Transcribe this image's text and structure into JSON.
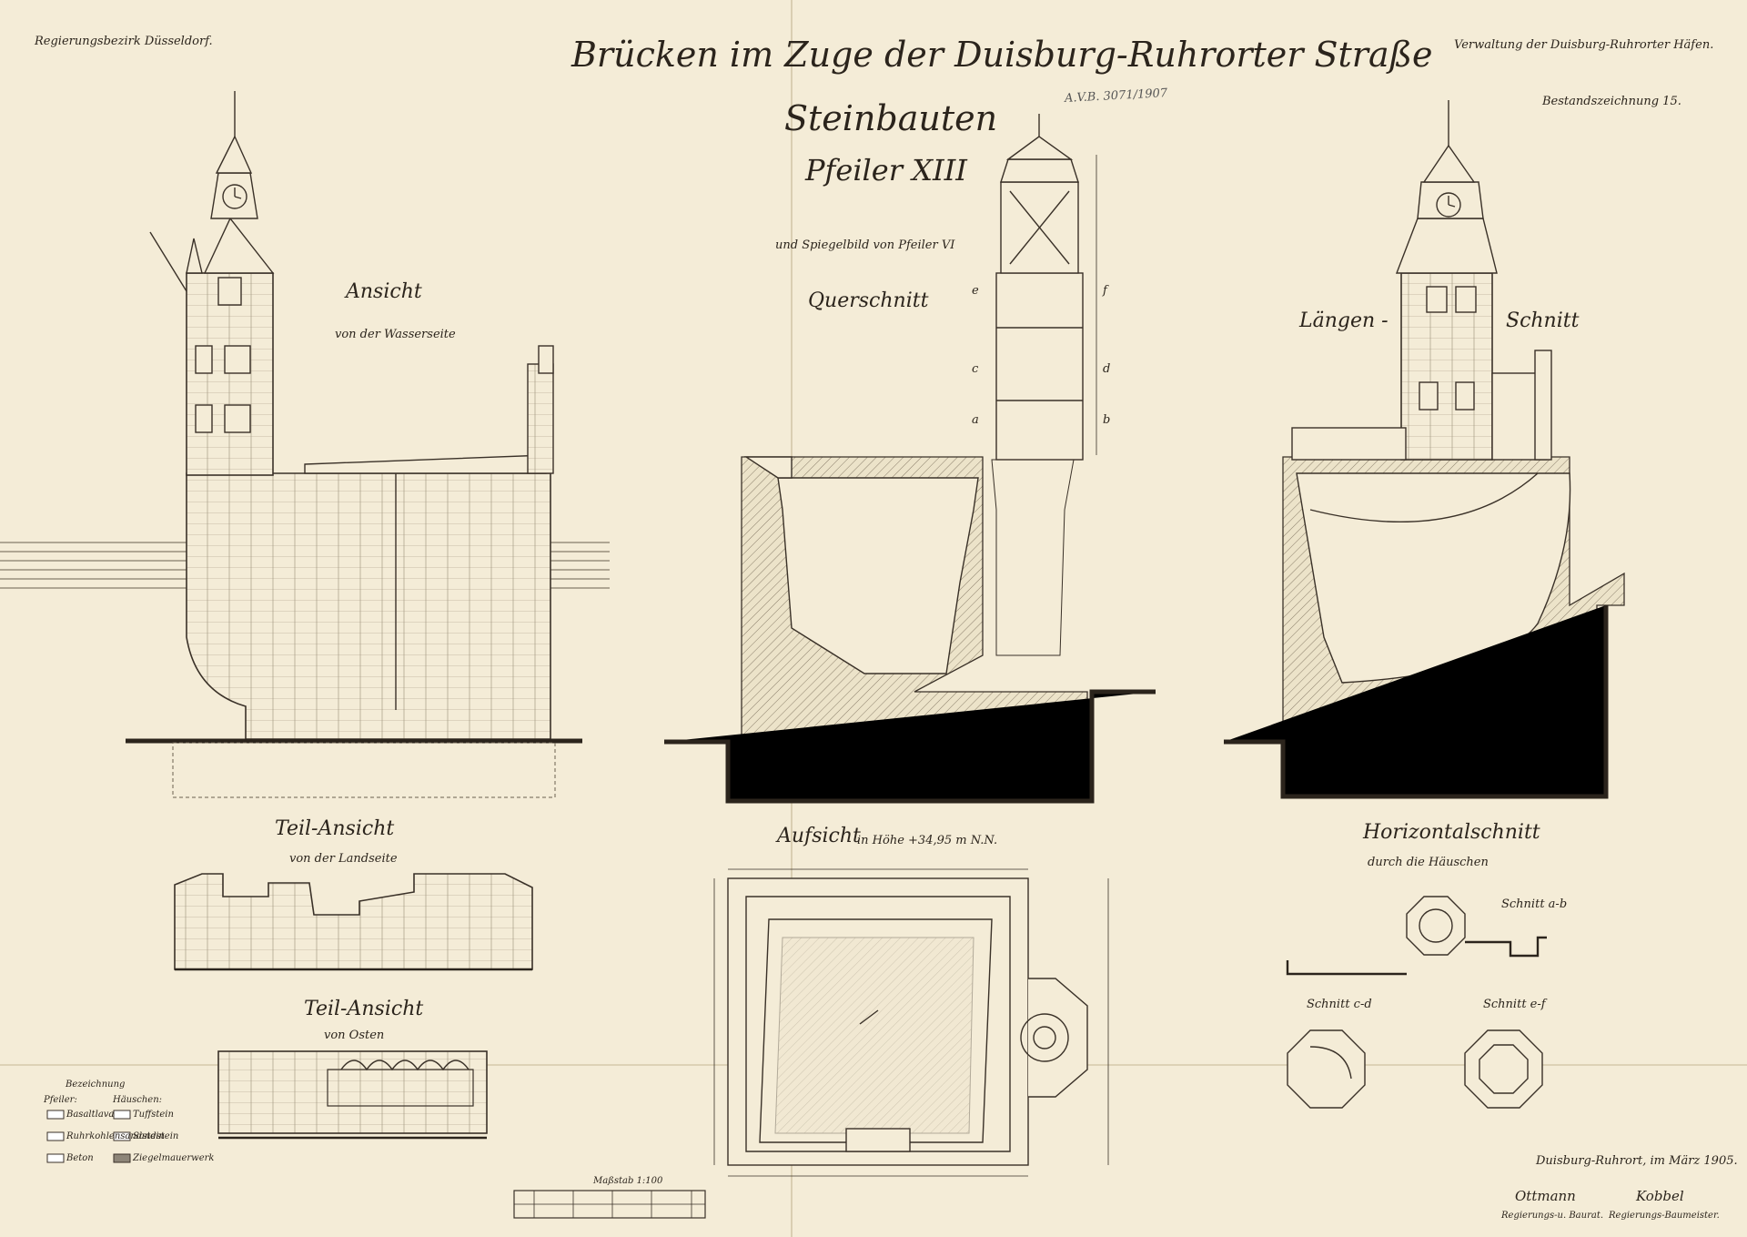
{
  "header": {
    "left_note": "Regierungsbezirk Düsseldorf.",
    "right_note": "Verwaltung der Duisburg-Ruhrorter Häfen.",
    "sheet_number": "Bestandszeichnung 15.",
    "title": "Brücken im Zuge der Duisburg-Ruhrorter Straße",
    "subtitle": "Steinbauten",
    "pier": "Pfeiler XIII",
    "mirror_note": "und Spiegelbild von Pfeiler VI",
    "stamp": "A.V.B. 3071/1907"
  },
  "views": {
    "elevation": {
      "title": "Ansicht",
      "sub": "von der Wasserseite"
    },
    "cross_section": {
      "title": "Querschnitt",
      "labels": [
        "e",
        "f",
        "c",
        "d",
        "a",
        "b"
      ]
    },
    "long_section": {
      "title_a": "Längen -",
      "title_b": "Schnitt"
    },
    "partial_land": {
      "title": "Teil-Ansicht",
      "sub": "von der Landseite"
    },
    "partial_east": {
      "title": "Teil-Ansicht",
      "sub": "von Osten"
    },
    "plan": {
      "title": "Aufsicht",
      "sub": "in Höhe +34,95 m N.N."
    },
    "horizontal": {
      "title": "Horizontalschnitt",
      "sub": "durch die Häuschen",
      "cut_ab": "Schnitt a-b",
      "cut_cd": "Schnitt c-d",
      "cut_ef": "Schnitt e-f"
    }
  },
  "legend": {
    "title": "Bezeichnung",
    "col1_head": "Pfeiler:",
    "col2_head": "Häuschen:",
    "items_left": [
      "Basaltlava",
      "Ruhrkohlensandstein",
      "Beton"
    ],
    "items_right": [
      "Tuffstein",
      "Sandstein",
      "Ziegelmauerwerk"
    ]
  },
  "scale": {
    "label": "Maßstab 1:100"
  },
  "footer": {
    "place_date": "Duisburg-Ruhrort, im März 1905.",
    "name_left": "Ottmann",
    "role_left": "Regierungs-u. Baurat.",
    "name_right": "Kobbel",
    "role_right": "Regierungs-Baumeister."
  },
  "colors": {
    "paper": "#f4ecd7",
    "ink": "#2b241c"
  }
}
